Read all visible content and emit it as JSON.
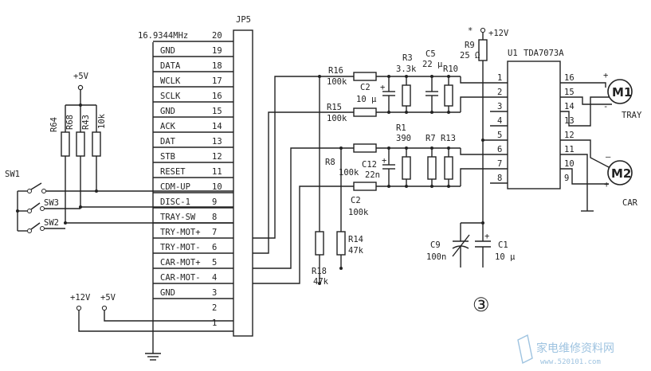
{
  "connector": {
    "name": "JP5",
    "pins": [
      {
        "num": "20",
        "label": "16.9344MHz"
      },
      {
        "num": "19",
        "label": "GND"
      },
      {
        "num": "18",
        "label": "DATA"
      },
      {
        "num": "17",
        "label": "WCLK"
      },
      {
        "num": "16",
        "label": "SCLK"
      },
      {
        "num": "15",
        "label": "GND"
      },
      {
        "num": "14",
        "label": "ACK"
      },
      {
        "num": "13",
        "label": "DAT"
      },
      {
        "num": "12",
        "label": "STB"
      },
      {
        "num": "11",
        "label": "RESET"
      },
      {
        "num": "10",
        "label": "CDM-UP"
      },
      {
        "num": "9",
        "label": "DISC-1"
      },
      {
        "num": "8",
        "label": "TRAY-SW"
      },
      {
        "num": "7",
        "label": "TRY-MOT+"
      },
      {
        "num": "6",
        "label": "TRY-MOT-"
      },
      {
        "num": "5",
        "label": "CAR-MOT+"
      },
      {
        "num": "4",
        "label": "CAR-MOT-"
      },
      {
        "num": "3",
        "label": "GND"
      },
      {
        "num": "2",
        "label": ""
      },
      {
        "num": "1",
        "label": ""
      }
    ]
  },
  "pullups": {
    "supply": "+5V",
    "resistors": [
      {
        "name": "R64",
        "value": ""
      },
      {
        "name": "R68",
        "value": ""
      },
      {
        "name": "R43",
        "value": "10k"
      }
    ]
  },
  "switches": [
    "SW1",
    "SW3",
    "SW2"
  ],
  "supplies": {
    "p12_left": "+12V",
    "p5_left": "+5V",
    "p12_top": "+12V"
  },
  "parts": {
    "R16": {
      "name": "R16",
      "value": "100k"
    },
    "R15": {
      "name": "R15",
      "value": "100k"
    },
    "C2": {
      "name": "C2",
      "value": "10 μ"
    },
    "R3": {
      "name": "R3",
      "value": "3.3k"
    },
    "C5": {
      "name": "C5",
      "value": "22 μ"
    },
    "R10": {
      "name": "R10",
      "value": ""
    },
    "R9": {
      "name": "R9",
      "value": "25 Ω",
      "mark": "*"
    },
    "R1": {
      "name": "R1",
      "value": "390"
    },
    "R7": {
      "name": "R7",
      "value": ""
    },
    "R13": {
      "name": "R13",
      "value": ""
    },
    "R8": {
      "name": "R8",
      "value": "100k"
    },
    "C12": {
      "name": "C12",
      "value": "22n"
    },
    "C6": {
      "name": "C2",
      "value": "100k"
    },
    "R18": {
      "name": "R18",
      "value": "47k"
    },
    "R14": {
      "name": "R14",
      "value": "47k"
    },
    "C9": {
      "name": "C9",
      "value": "100n"
    },
    "C1": {
      "name": "C1",
      "value": "10 μ"
    }
  },
  "ic": {
    "name": "U1",
    "part": "TDA7073A",
    "left_pins": [
      "1",
      "2",
      "3",
      "4",
      "5",
      "6",
      "7",
      "8"
    ],
    "right_pins": [
      "16",
      "15",
      "14",
      "13",
      "12",
      "11",
      "10",
      "9"
    ]
  },
  "motors": [
    {
      "name": "M1",
      "label": "TRAY",
      "plus": "+",
      "minus": "-"
    },
    {
      "name": "M2",
      "label": "CAR",
      "plus": "+",
      "minus": "–"
    }
  ],
  "figure_number": "③",
  "watermark": {
    "cn": "家电维修资料网",
    "url": "www.520101.com"
  }
}
